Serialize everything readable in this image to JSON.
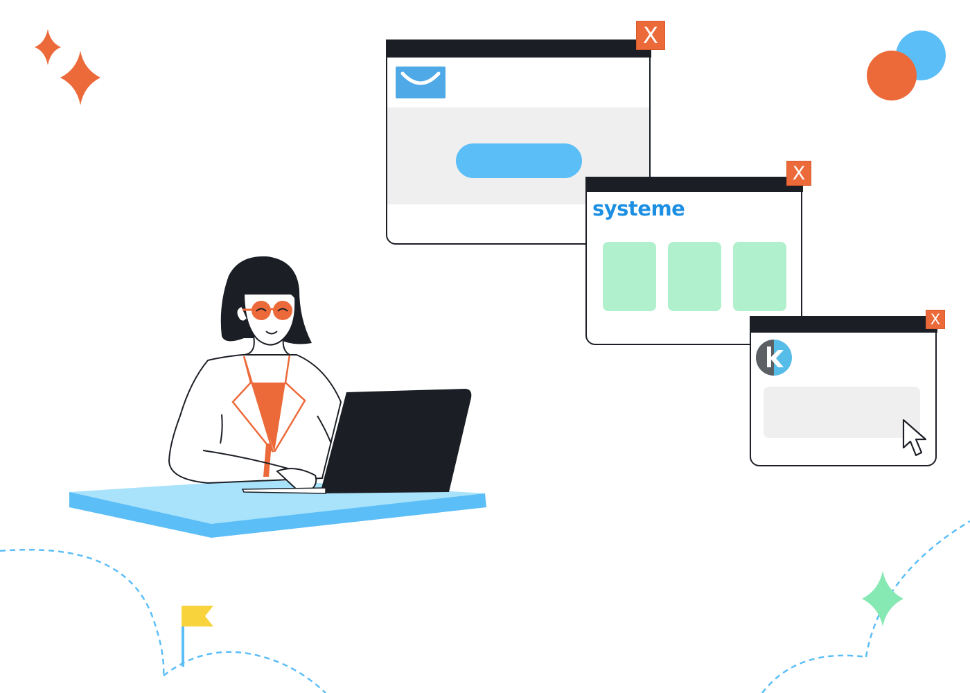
{
  "windows": [
    {
      "id": "getresponse",
      "close_label": "X",
      "brand_icon": "smile-logo-icon",
      "cta_button_label": ""
    },
    {
      "id": "systeme",
      "close_label": "X",
      "brand_text": "systeme",
      "cards": [
        "",
        "",
        ""
      ]
    },
    {
      "id": "kartra",
      "close_label": "X",
      "brand_icon": "k-logo-icon",
      "input_value": ""
    }
  ],
  "colors": {
    "accent_orange": "#ec6a3a",
    "accent_blue": "#5bbef7",
    "dark": "#1b1f25",
    "card_green": "#b1f0cd",
    "panel_gray": "#efefef",
    "sparkle_green": "#86e8b3",
    "flag_yellow": "#f8d33c"
  },
  "icons": [
    "sparkle-icon",
    "circles-icon",
    "flag-icon",
    "cursor-icon",
    "person-illustration",
    "laptop-icon"
  ]
}
